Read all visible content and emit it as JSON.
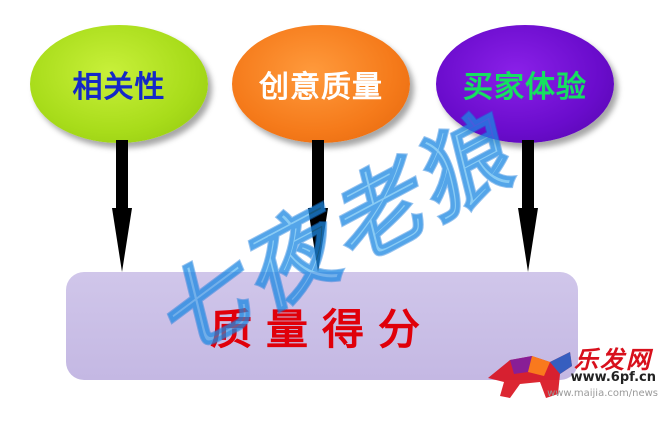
{
  "top_nodes": [
    {
      "label": "相关性",
      "color": "#a8dc1a",
      "text_color": "#1428c8"
    },
    {
      "label": "创意质量",
      "color": "#f57a1a",
      "text_color": "#ffffff"
    },
    {
      "label": "买家体验",
      "color": "#6a0ccc",
      "text_color": "#16e060"
    }
  ],
  "result_node": {
    "label": "质量得分",
    "color": "#c4b8e3",
    "text_color": "#e0000a"
  },
  "watermark": {
    "text": "七夜老狼"
  },
  "brand": {
    "name": "乐发网",
    "url": "www.6pf.cn",
    "url2": "www.maijia.com/news"
  },
  "arrow_color": "#000000"
}
